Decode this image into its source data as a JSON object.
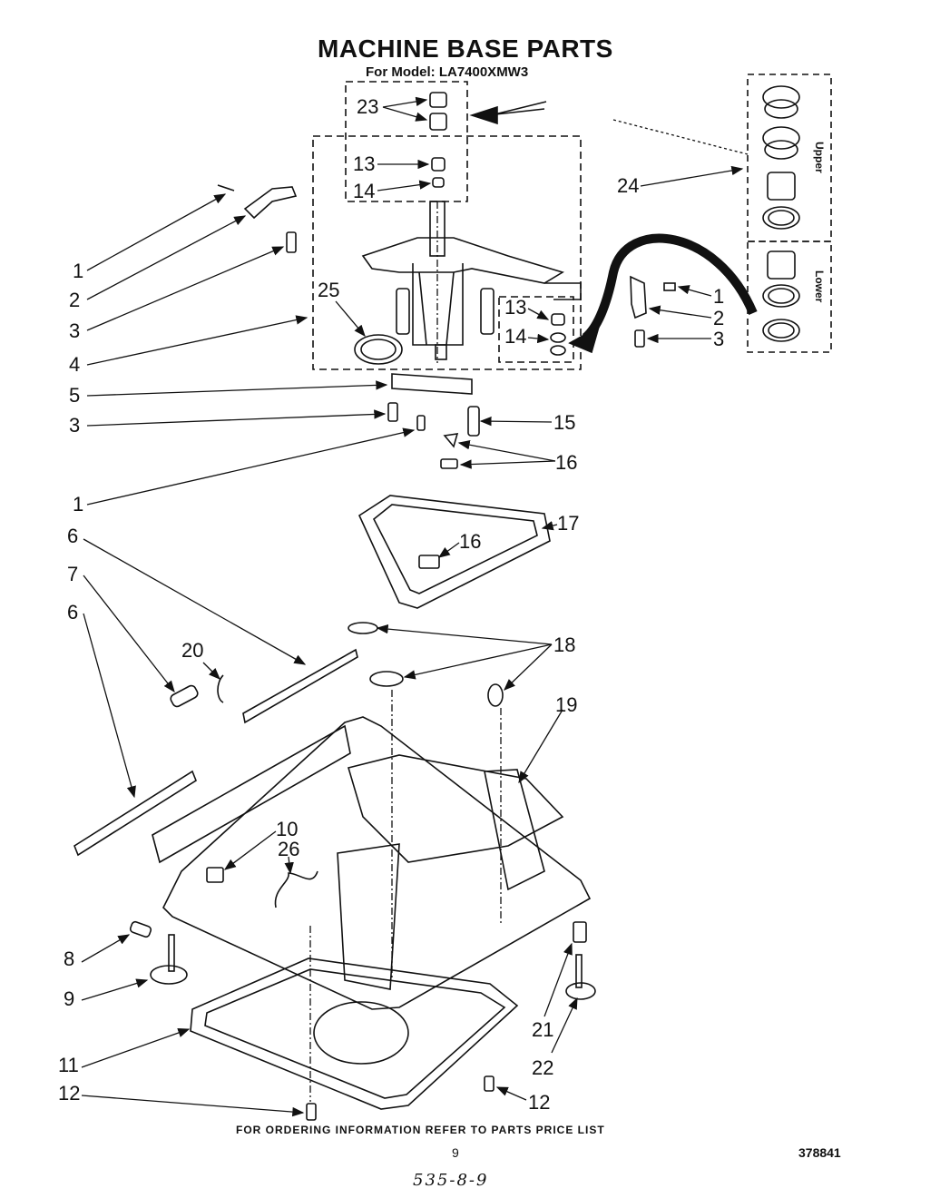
{
  "header": {
    "title": "MACHINE BASE PARTS",
    "model": "For Model: LA7400XMW3"
  },
  "footer": {
    "ordering_note": "FOR ORDERING INFORMATION REFER TO PARTS PRICE LIST",
    "page_number": "9",
    "document_number": "378841",
    "handwritten_note": "535-8-9"
  },
  "kit_labels": {
    "upper": "Upper",
    "lower": "Lower"
  },
  "callouts": [
    {
      "id": "c23",
      "label": "23"
    },
    {
      "id": "c13a",
      "label": "13"
    },
    {
      "id": "c14a",
      "label": "14"
    },
    {
      "id": "c24",
      "label": "24"
    },
    {
      "id": "c1a",
      "label": "1"
    },
    {
      "id": "c2a",
      "label": "2"
    },
    {
      "id": "c3a",
      "label": "3"
    },
    {
      "id": "c25",
      "label": "25"
    },
    {
      "id": "c4",
      "label": "4"
    },
    {
      "id": "c13b",
      "label": "13"
    },
    {
      "id": "c14b",
      "label": "14"
    },
    {
      "id": "c1b",
      "label": "1"
    },
    {
      "id": "c2b",
      "label": "2"
    },
    {
      "id": "c3b",
      "label": "3"
    },
    {
      "id": "c5",
      "label": "5"
    },
    {
      "id": "c3c",
      "label": "3"
    },
    {
      "id": "c15",
      "label": "15"
    },
    {
      "id": "c16a",
      "label": "16"
    },
    {
      "id": "c1c",
      "label": "1"
    },
    {
      "id": "c17",
      "label": "17"
    },
    {
      "id": "c16b",
      "label": "16"
    },
    {
      "id": "c6a",
      "label": "6"
    },
    {
      "id": "c7",
      "label": "7"
    },
    {
      "id": "c6b",
      "label": "6"
    },
    {
      "id": "c20",
      "label": "20"
    },
    {
      "id": "c18",
      "label": "18"
    },
    {
      "id": "c19",
      "label": "19"
    },
    {
      "id": "c10",
      "label": "10"
    },
    {
      "id": "c26",
      "label": "26"
    },
    {
      "id": "c8",
      "label": "8"
    },
    {
      "id": "c9",
      "label": "9"
    },
    {
      "id": "c21",
      "label": "21"
    },
    {
      "id": "c22",
      "label": "22"
    },
    {
      "id": "c11",
      "label": "11"
    },
    {
      "id": "c12a",
      "label": "12"
    },
    {
      "id": "c12b",
      "label": "12"
    }
  ]
}
